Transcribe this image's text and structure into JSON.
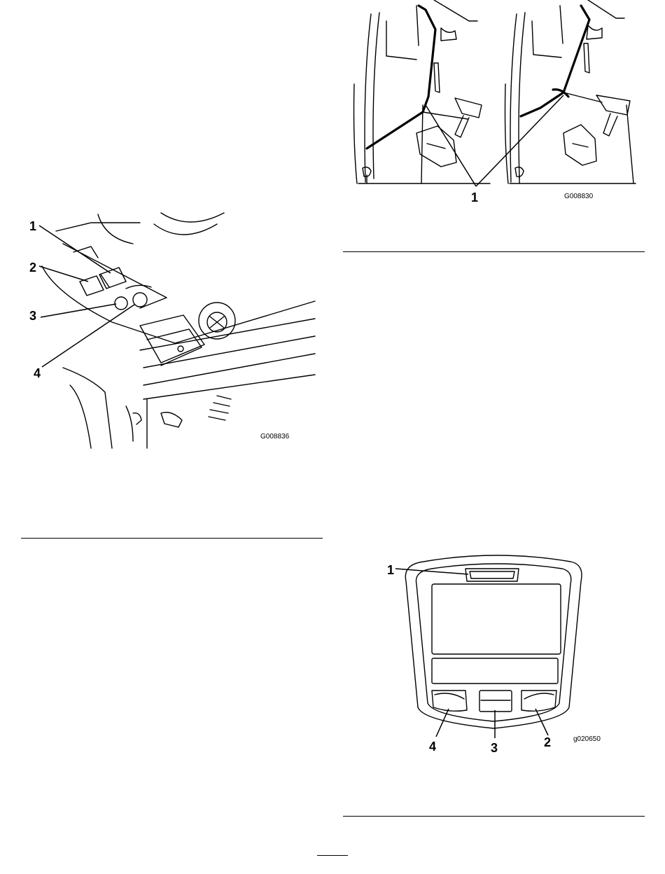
{
  "figures": {
    "cab_pillars": {
      "id_text": "G008830",
      "callouts": [
        "1"
      ]
    },
    "overhead_controls": {
      "id_text": "G008836",
      "callouts": [
        "1",
        "2",
        "3",
        "4"
      ]
    },
    "info_center": {
      "id_text": "g020650",
      "callouts": [
        "1",
        "2",
        "3",
        "4"
      ]
    }
  }
}
